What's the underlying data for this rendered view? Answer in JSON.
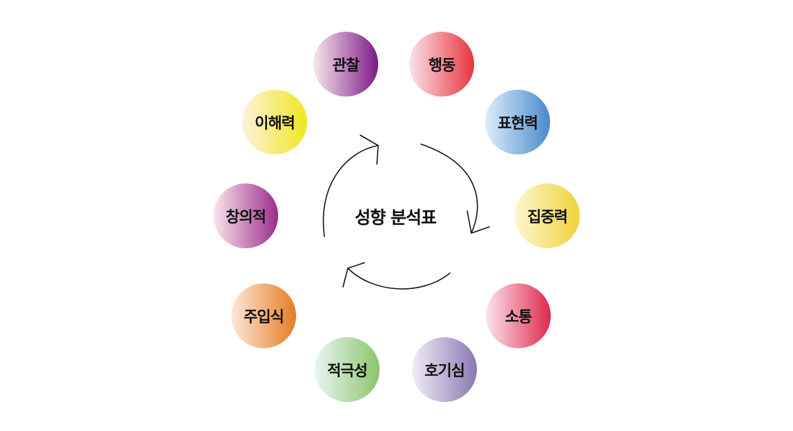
{
  "diagram": {
    "center_title": "성향 분석표",
    "nodes": [
      {
        "id": "observation",
        "label": "관찰",
        "from_color": "#f8e6ea",
        "to_color": "#7b1a89"
      },
      {
        "id": "action",
        "label": "행동",
        "from_color": "#fbe3ea",
        "to_color": "#e8343e"
      },
      {
        "id": "expression",
        "label": "표현력",
        "from_color": "#dbeefa",
        "to_color": "#4a89cc"
      },
      {
        "id": "concentration",
        "label": "집중력",
        "from_color": "#fdf6cf",
        "to_color": "#f0d23c"
      },
      {
        "id": "communication",
        "label": "소통",
        "from_color": "#fbe4ea",
        "to_color": "#e0284e"
      },
      {
        "id": "curiosity",
        "label": "호기심",
        "from_color": "#f0edf6",
        "to_color": "#8a78b3"
      },
      {
        "id": "initiative",
        "label": "적극성",
        "from_color": "#e8f5f3",
        "to_color": "#8cc56a"
      },
      {
        "id": "immersion",
        "label": "주입식",
        "from_color": "#fde8da",
        "to_color": "#e57c22"
      },
      {
        "id": "creativity",
        "label": "창의적",
        "from_color": "#f9e6ec",
        "to_color": "#9c2b8c"
      },
      {
        "id": "comprehension",
        "label": "이해력",
        "from_color": "#fdf1dc",
        "to_color": "#f2e620"
      }
    ]
  }
}
